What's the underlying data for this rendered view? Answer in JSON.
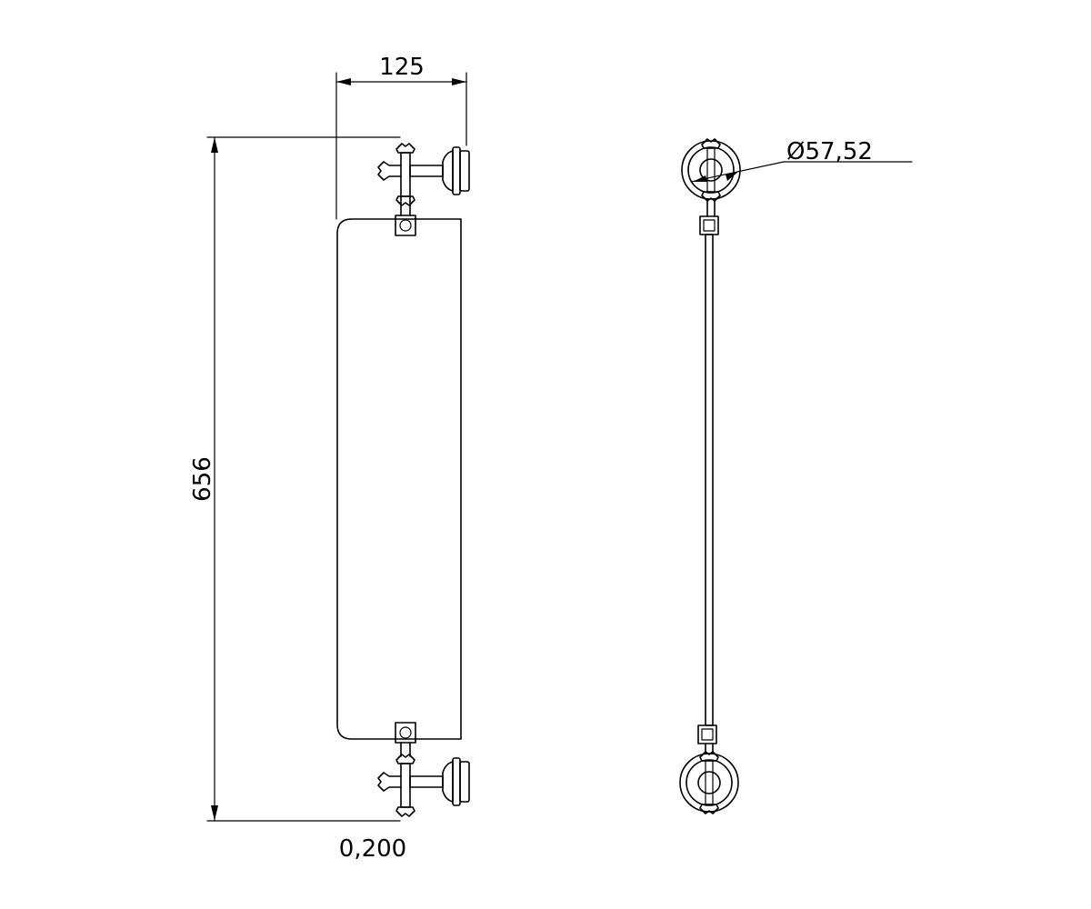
{
  "dimensions": {
    "width_label": "125",
    "height_label": "656",
    "thickness_label": "0,200",
    "diameter_label": "Ø57,52"
  },
  "colors": {
    "line": "#000000",
    "background": "#ffffff"
  }
}
